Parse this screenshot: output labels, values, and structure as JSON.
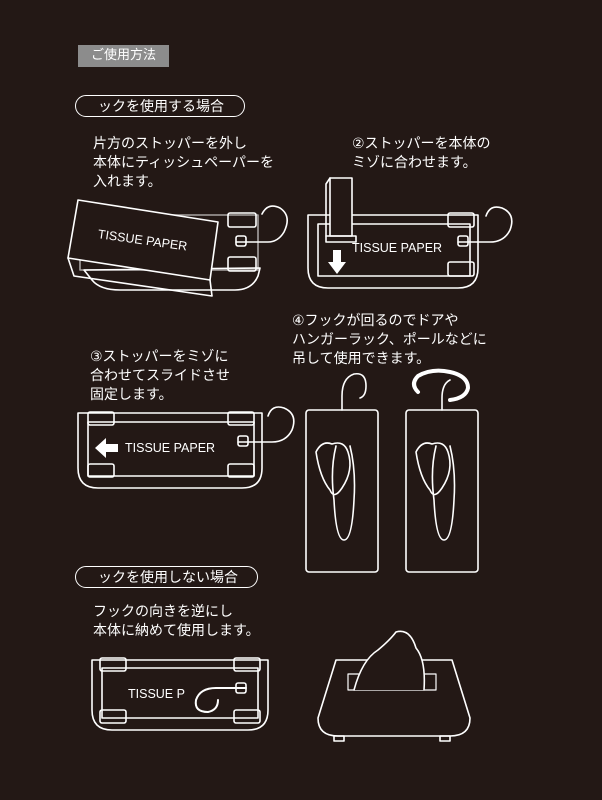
{
  "header": {
    "title": "ご使用方法"
  },
  "section1": {
    "title": "ックを使用する場合",
    "step1": "片方のストッパーを外し\n本体にティッシュペーパーを\n入れます。",
    "step2": "②ストッパーを本体の\nミゾに合わせます。",
    "step3": "③ストッパーをミゾに\n合わせてスライドさせ\n固定します。",
    "step4": "④フックが回るのでドアや\nハンガーラック、ポールなどに\n吊して使用できます。"
  },
  "section2": {
    "title": "ックを使用しない場合",
    "step": "フックの向きを逆にし\n本体に納めて使用します。"
  },
  "box_label": "TISSUE PAPER",
  "box_label_partial": "TISSUE P",
  "colors": {
    "background": "#231815",
    "line": "#ffffff",
    "header_bg": "#8c8c8c"
  }
}
